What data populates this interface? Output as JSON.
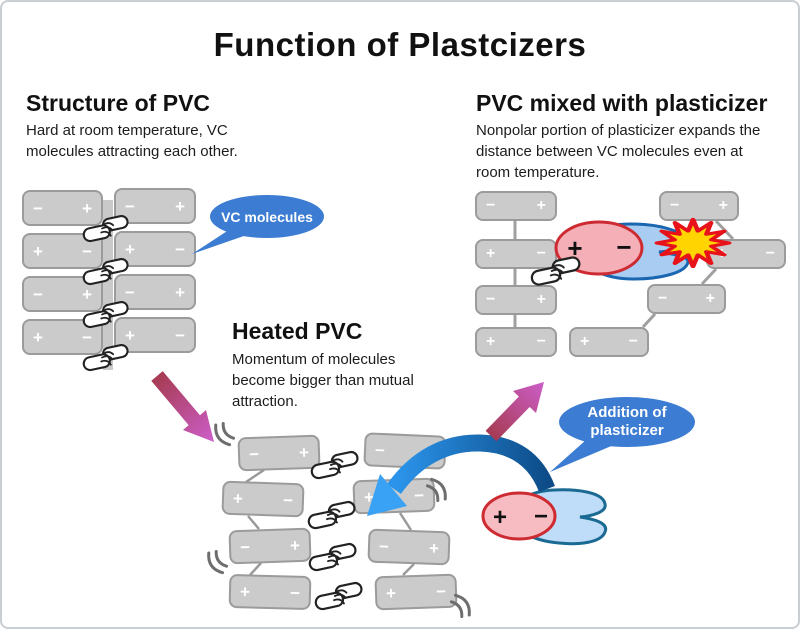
{
  "title": "Function of Plastcizers",
  "sections": {
    "structure_pvc": {
      "heading": "Structure of PVC",
      "line1": "Hard at room temperature, VC",
      "line2": "molecules attracting each other."
    },
    "mixed": {
      "heading": "PVC mixed with plasticizer",
      "line1": "Nonpolar portion of plasticizer expands the",
      "line2": "distance between VC molecules even at",
      "line3": "room temperature."
    },
    "heated": {
      "heading": "Heated PVC",
      "line1": "Momentum of molecules",
      "line2": "become bigger than mutual",
      "line3": "attraction."
    }
  },
  "callouts": {
    "vc_molecules": "VC molecules",
    "addition_line1": "Addition of",
    "addition_line2": "plasticizer"
  },
  "patterns": {
    "structure": [
      [
        "−",
        "+"
      ],
      [
        "−",
        "+"
      ],
      [
        "+",
        "−"
      ],
      [
        "+",
        "−"
      ],
      [
        "−",
        "+"
      ],
      [
        "−",
        "+"
      ],
      [
        "+",
        "−"
      ],
      [
        "+",
        "−"
      ]
    ],
    "heated": [
      [
        "−",
        "+"
      ],
      [
        "−",
        "+"
      ],
      [
        "+",
        "−"
      ],
      [
        "+",
        "−"
      ],
      [
        "−",
        "+"
      ],
      [
        "−",
        "+"
      ],
      [
        "+",
        "−"
      ],
      [
        "+",
        "−"
      ]
    ],
    "mixed_left": [
      [
        "−",
        "+"
      ],
      [
        "+",
        "−"
      ],
      [
        "−",
        "+"
      ],
      [
        "+",
        "−"
      ]
    ],
    "mixed_chain": [
      [
        "−",
        "+"
      ],
      [
        "+",
        "−"
      ],
      [
        "−",
        "+"
      ],
      [
        "+",
        "−"
      ]
    ],
    "plasticizer": [
      "+",
      "−"
    ]
  },
  "colors": {
    "molecule_fill": "#cbcbcb",
    "molecule_border": "#9b9b9b",
    "molecule_sign": "#ffffff",
    "callout_blue": "#3c7cd2",
    "arrow_blue_dark": "#0d4c88",
    "arrow_blue_light": "#3aa2f4",
    "gradient_arrow_start": "#a43a4e",
    "gradient_arrow_end": "#cd5ec9",
    "plasticizer_pink_fill": "#f5afb7",
    "plasticizer_pink_border": "#ce2a31",
    "plasticizer_blue_fill": "#a9cdf2",
    "plasticizer_blue_border": "#1a66b0",
    "starburst_fill": "#ffd400",
    "starburst_border": "#e8121a",
    "text": "#111111",
    "frame_border": "#c9ced3"
  }
}
